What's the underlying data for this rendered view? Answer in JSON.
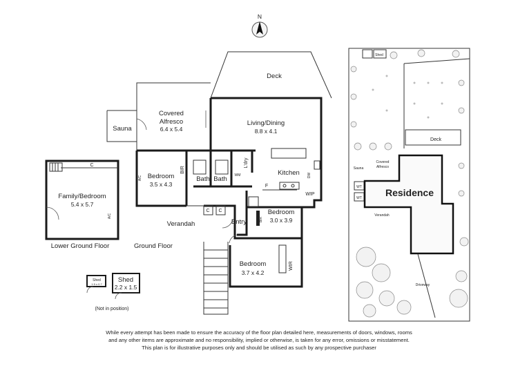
{
  "compass": {
    "label": "N"
  },
  "ground_floor": {
    "caption": "Ground Floor",
    "rooms": {
      "deck": "Deck",
      "covered_alfresco_line1": "Covered",
      "covered_alfresco_line2": "Alfresco",
      "covered_alfresco_dim": "6.4 x 5.4",
      "sauna": "Sauna",
      "living_dining": "Living/Dining",
      "living_dining_dim": "8.8 x 4.1",
      "bedroom_west": "Bedroom",
      "bedroom_west_dim": "3.5 x 4.3",
      "bir": "BIR",
      "ac": "A/C",
      "bath1": "Bath",
      "bath2": "Bath",
      "ldry": "L'dry",
      "wm": "WM",
      "kitchen": "Kitchen",
      "f": "F",
      "dw": "DW",
      "wip": "WIP",
      "c1": "C",
      "c2": "C",
      "verandah": "Verandah",
      "entry": "Entry",
      "bedroom_east": "Bedroom",
      "bedroom_east_dim": "3.0 x 3.9",
      "bir2": "BIR",
      "bedroom_south": "Bedroom",
      "bedroom_south_dim": "3.7 x 4.2",
      "wir": "WIR"
    }
  },
  "lower_ground_floor": {
    "caption": "Lower Ground Floor",
    "rooms": {
      "c": "C",
      "family_bedroom": "Family/Bedroom",
      "family_bedroom_dim": "5.4 x 5.7",
      "ac": "A/C"
    }
  },
  "sheds": {
    "small_label": "Shed",
    "small_dim": "1.5 x 0.7",
    "large_label": "Shed",
    "large_dim": "2.2 x 1.5",
    "note": "(Not in position)"
  },
  "site_plan": {
    "shed": "Shed",
    "deck": "Deck",
    "covered_alfresco_line1": "Covered",
    "covered_alfresco_line2": "Alfresco",
    "sauna": "Sauna",
    "wt1": "WT",
    "wt2": "WT",
    "residence": "Residence",
    "verandah": "Verandah",
    "driveway": "Driveway"
  },
  "disclaimer": {
    "line1": "While every attempt has been made to ensure the accuracy of the floor plan detailed here, measurements of doors, windows, rooms",
    "line2": "and any other items are approximate and no responsibility, implied or otherwise, is taken for any error, omissions or misstatement.",
    "line3": "This plan is for illustrative purposes only and should be utilised as such by any prospective purchaser"
  }
}
